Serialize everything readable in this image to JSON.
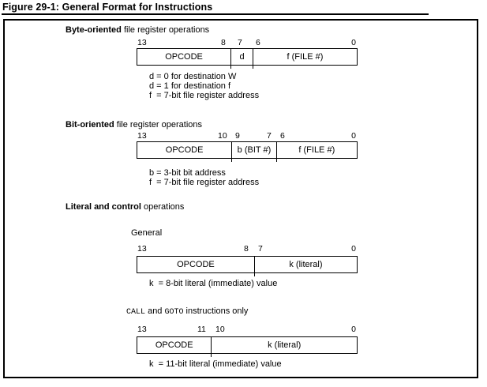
{
  "colors": {
    "text": "#000000",
    "border": "#000000",
    "background": "#ffffff"
  },
  "figure": {
    "title": "Figure 29-1: General Format for Instructions",
    "sections": {
      "byte": {
        "heading_bold": "Byte-oriented",
        "heading_rest": " file register operations",
        "bits": [
          "13",
          "8",
          "7",
          "6",
          "0"
        ],
        "fields": [
          "OPCODE",
          "d",
          "f (FILE #)"
        ],
        "notes": [
          "d = 0 for destination W",
          "d = 1 for destination f",
          "f  = 7-bit file register address"
        ]
      },
      "bit": {
        "heading_bold": "Bit-oriented",
        "heading_rest": " file register operations",
        "bits": [
          "13",
          "10",
          "9",
          "7",
          "6",
          "0"
        ],
        "fields": [
          "OPCODE",
          "b (BIT #)",
          "f (FILE #)"
        ],
        "notes": [
          "b = 3-bit bit address",
          "f  = 7-bit file register address"
        ]
      },
      "literal": {
        "heading_bold": "Literal and control",
        "heading_rest": " operations",
        "general": {
          "subheading": "General",
          "bits": [
            "13",
            "8",
            "7",
            "0"
          ],
          "fields": [
            "OPCODE",
            "k (literal)"
          ],
          "notes": [
            "k  = 8-bit literal (immediate) value"
          ]
        },
        "call_goto": {
          "mono1": "CALL",
          "mid": " and ",
          "mono2": "GOTO",
          "rest": " instructions only",
          "bits": [
            "13",
            "11",
            "10",
            "0"
          ],
          "fields": [
            "OPCODE",
            "k (literal)"
          ],
          "notes": [
            "k  = 11-bit literal (immediate) value"
          ]
        }
      }
    }
  }
}
